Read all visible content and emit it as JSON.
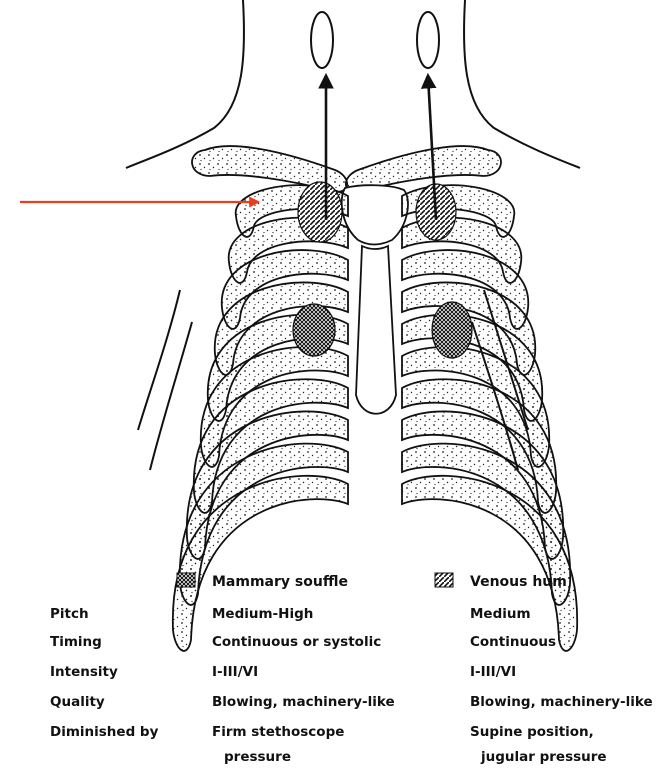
{
  "colors": {
    "arrow_red": "#e8401c",
    "ink": "#111111"
  },
  "legend": {
    "mammary": {
      "label": "Mammary souffle",
      "swatch": "crosshatch-swatch"
    },
    "venous": {
      "label": "Venous hum",
      "swatch": "diagonal-hatch-swatch"
    }
  },
  "table": {
    "rows": [
      {
        "label": "Pitch",
        "mammary": "Medium-High",
        "venous": "Medium"
      },
      {
        "label": "Timing",
        "mammary": "Continuous or systolic",
        "venous": "Continuous"
      },
      {
        "label": "Intensity",
        "mammary": "I-III/VI",
        "venous": "I-III/VI"
      },
      {
        "label": "Quality",
        "mammary": "Blowing, machinery-like",
        "venous": "Blowing, machinery-like"
      },
      {
        "label": "Diminished by",
        "mammary": "Firm stethoscope",
        "mammary2": "pressure",
        "venous": "Supine position,",
        "venous2": "jugular pressure"
      }
    ]
  }
}
